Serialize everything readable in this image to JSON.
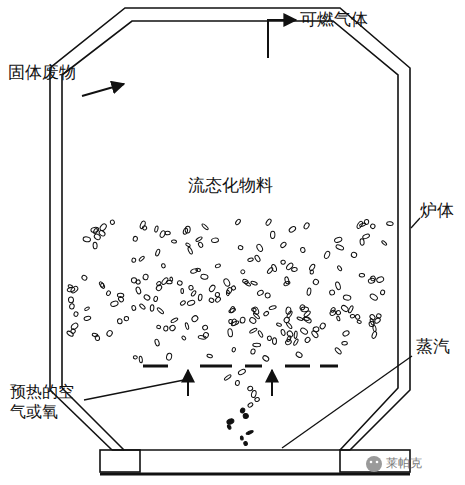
{
  "diagram": {
    "labels": [
      "可燃气体",
      "固体废物",
      "流态化物料",
      "炉体",
      "预热的空气或氧",
      "蒸汽",
      "莱帕克"
    ]
  }
}
